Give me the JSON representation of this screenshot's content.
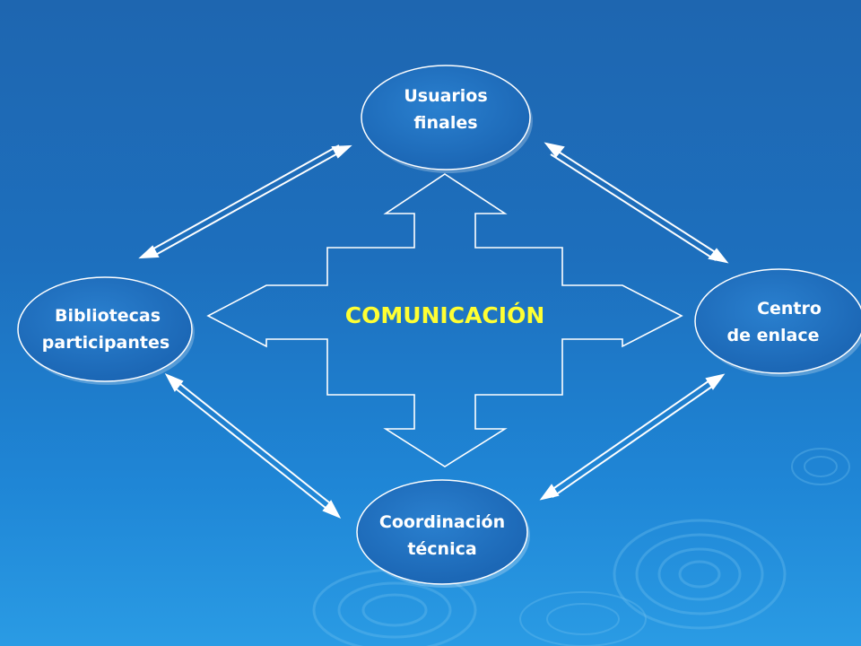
{
  "diagram": {
    "center_label": "COMUNICACIÓN",
    "nodes": {
      "top": [
        "Usuarios",
        "finales"
      ],
      "left": [
        "Bibliotecas",
        "participantes"
      ],
      "right": [
        "Centro",
        "de enlace"
      ],
      "bottom": [
        "Coordinación",
        "técnica"
      ]
    },
    "edges": [
      {
        "from": "left",
        "to": "top",
        "type": "double-arrow"
      },
      {
        "from": "top",
        "to": "right",
        "type": "double-arrow"
      },
      {
        "from": "left",
        "to": "bottom",
        "type": "double-arrow"
      },
      {
        "from": "bottom",
        "to": "right",
        "type": "double-arrow"
      }
    ]
  },
  "colors": {
    "background_top": "#1e66b0",
    "background_bottom": "#2a9be4",
    "node_fill": "#1f6fbe",
    "node_stroke": "#ffffff",
    "arrow": "#ffffff",
    "center_text": "#ffff33"
  }
}
